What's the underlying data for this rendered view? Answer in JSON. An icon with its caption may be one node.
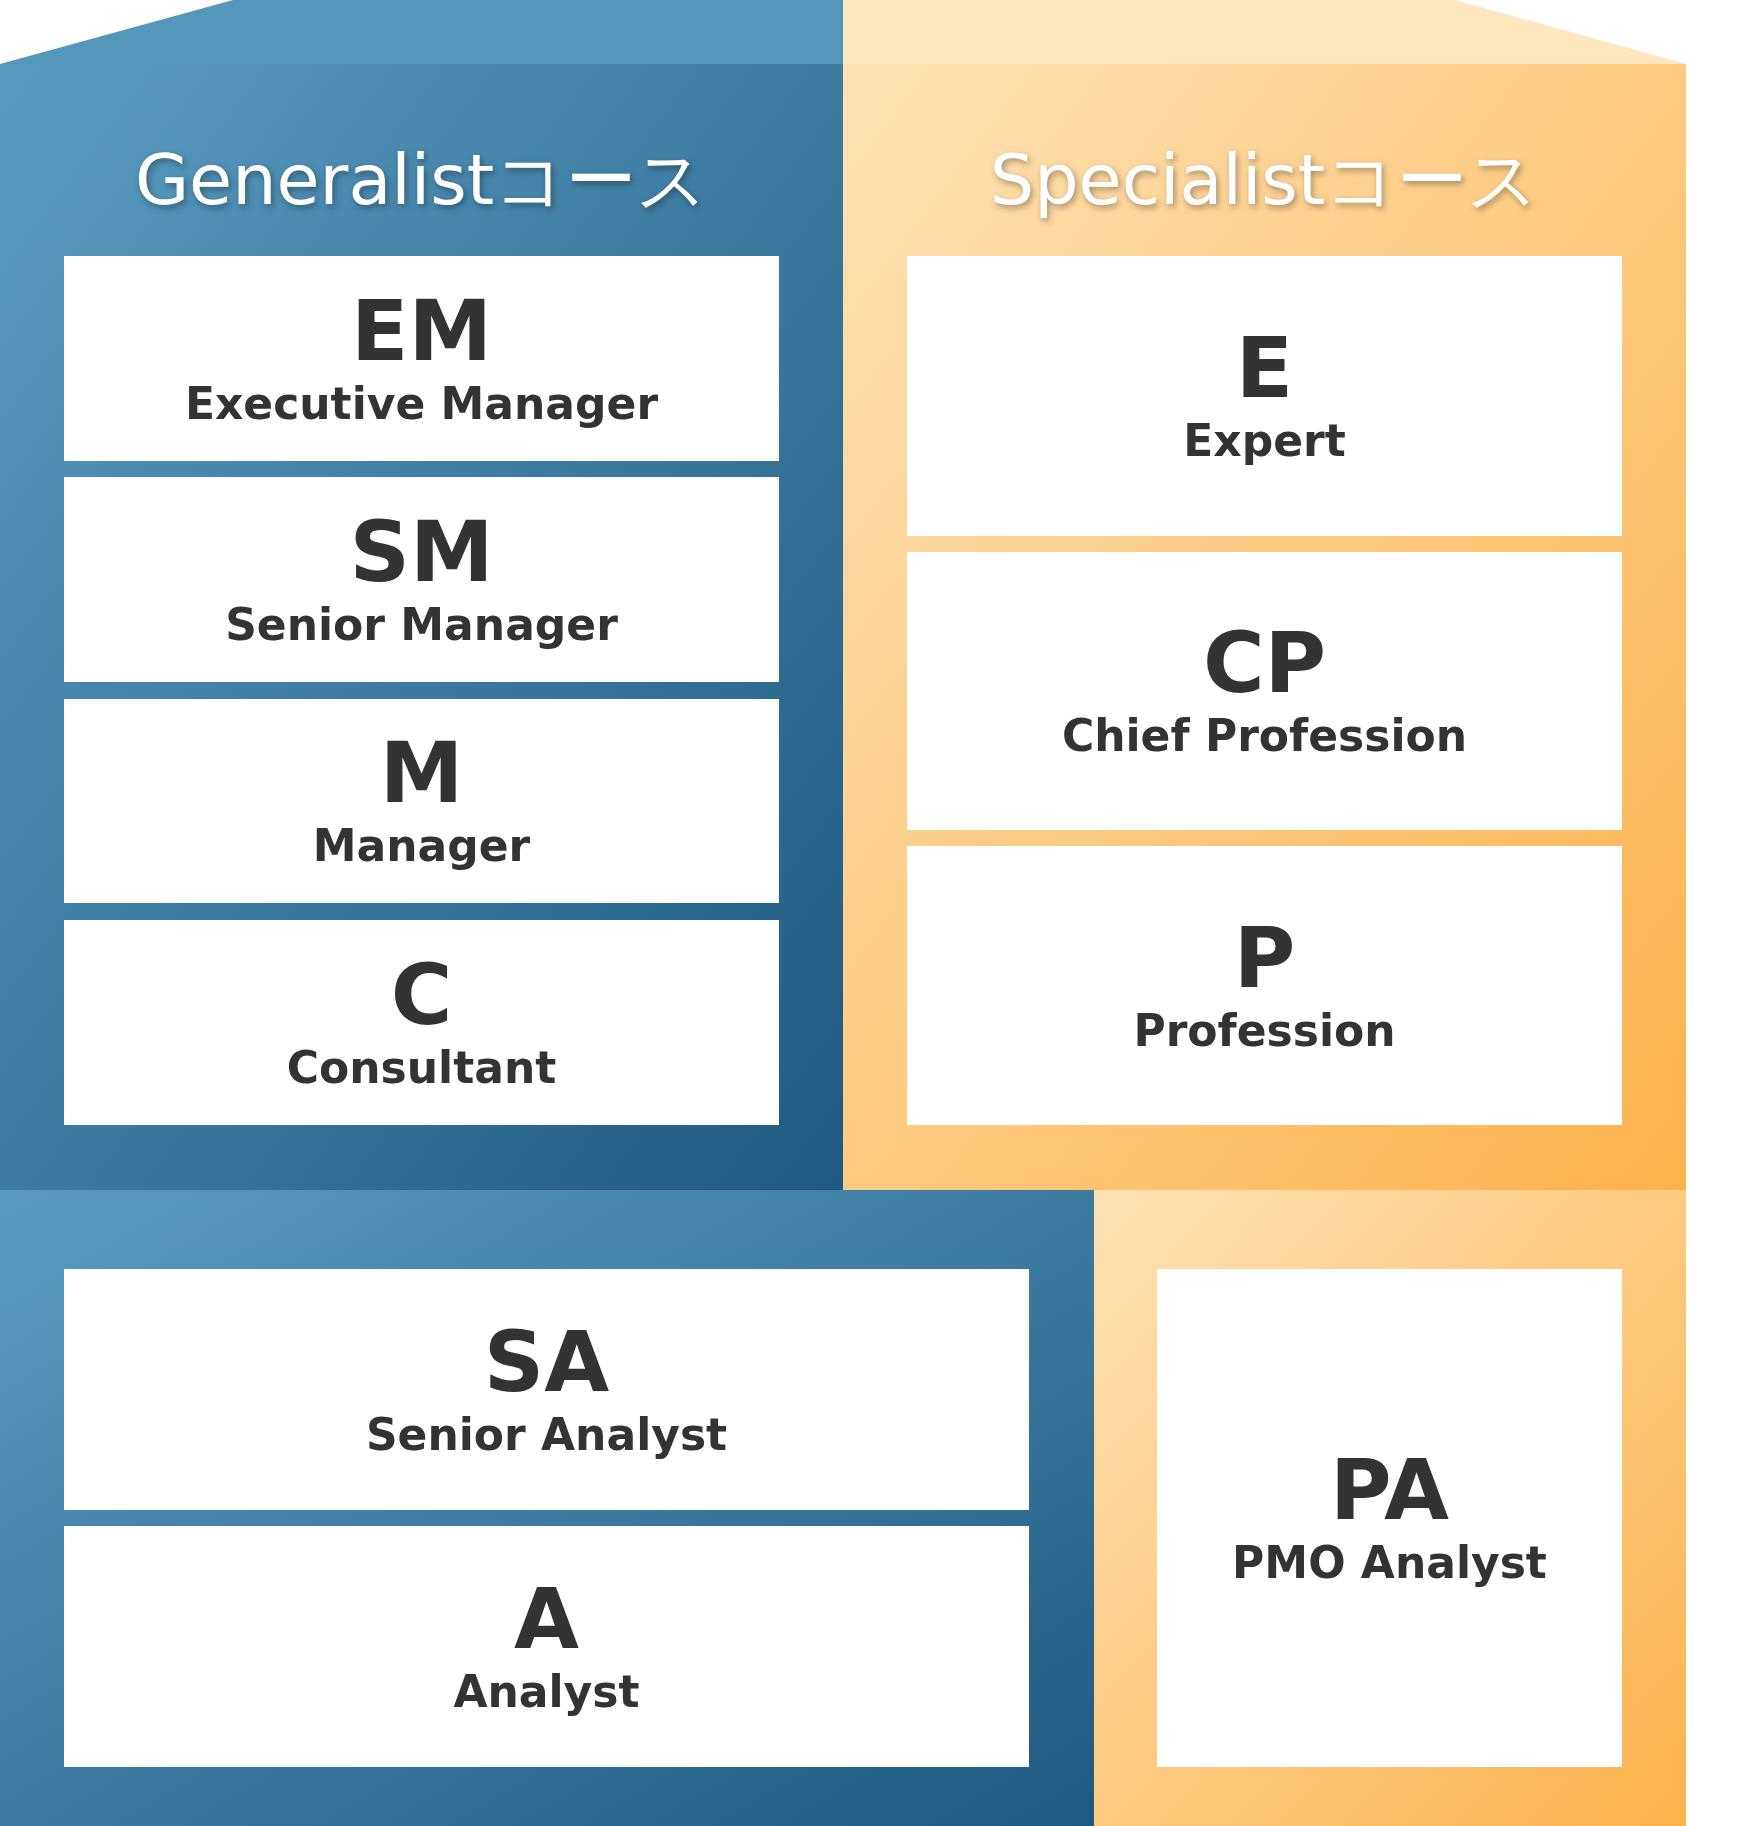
{
  "diagram": {
    "nodes": [
      {
        "text": [
          "Generalistコース"
        ]
      },
      {
        "text": [
          "EM",
          "Executive Manager"
        ],
        "in": 0
      },
      {
        "text": [
          "SM",
          "Senior Manager"
        ],
        "in": 0
      },
      {
        "text": [
          "M",
          "Manager"
        ],
        "in": 0
      },
      {
        "text": [
          "C",
          "Consultant"
        ],
        "in": 0
      },
      {
        "text": [
          "Specialistコース"
        ]
      },
      {
        "text": [
          "E",
          "Expert"
        ],
        "in": 5
      },
      {
        "text": [
          "CP",
          "Chief Profession"
        ],
        "in": 5
      },
      {
        "text": [
          "P",
          "Profession"
        ],
        "in": 5
      },
      {
        "text": [],
        "shape": "box"
      },
      {
        "text": [
          "SA",
          "Senior Analyst"
        ],
        "in": 9
      },
      {
        "text": [
          "A",
          "Analyst"
        ],
        "in": 9
      },
      {
        "text": [],
        "shape": "box"
      },
      {
        "text": [
          "PA",
          "PMO Analyst"
        ],
        "in": 12
      }
    ]
  }
}
